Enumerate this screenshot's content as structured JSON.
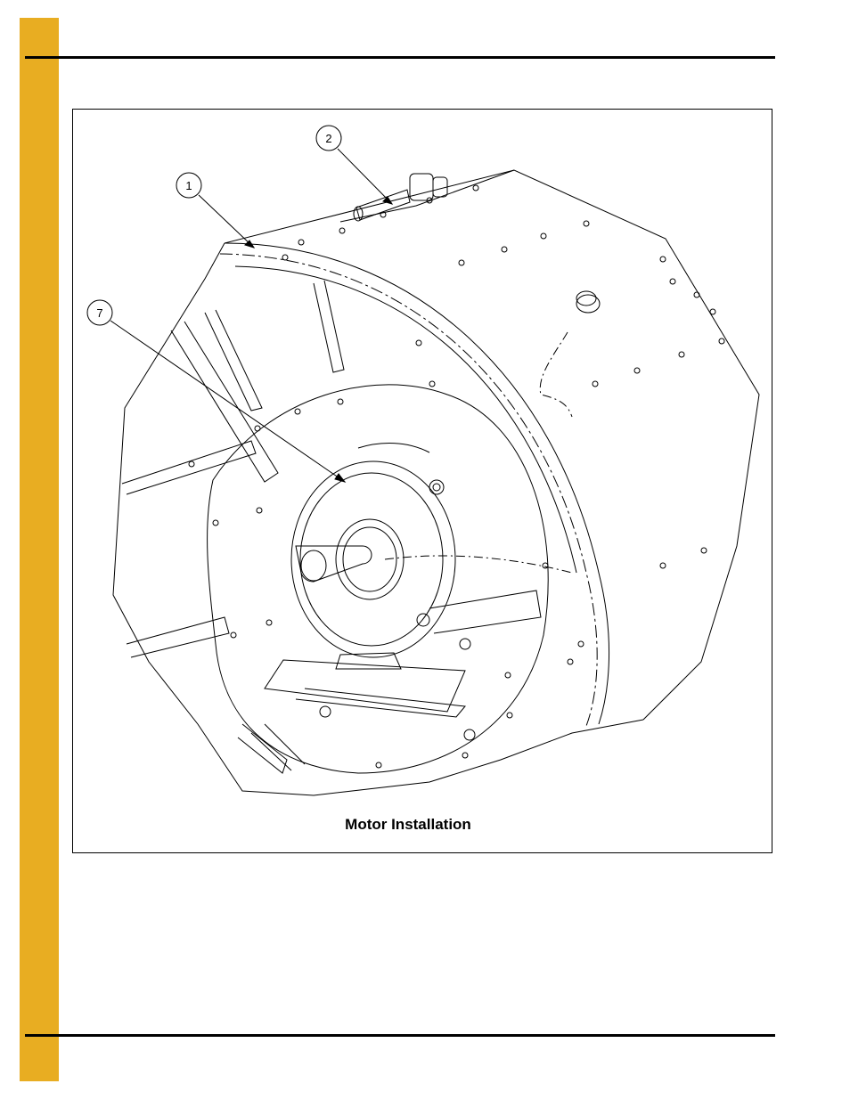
{
  "colors": {
    "side_bar": "#E8AD22",
    "rules": "#000000",
    "line_art": "#000000"
  },
  "figure": {
    "caption": "Motor Installation",
    "callouts": [
      {
        "label": "1"
      },
      {
        "label": "2"
      },
      {
        "label": "7"
      }
    ]
  }
}
